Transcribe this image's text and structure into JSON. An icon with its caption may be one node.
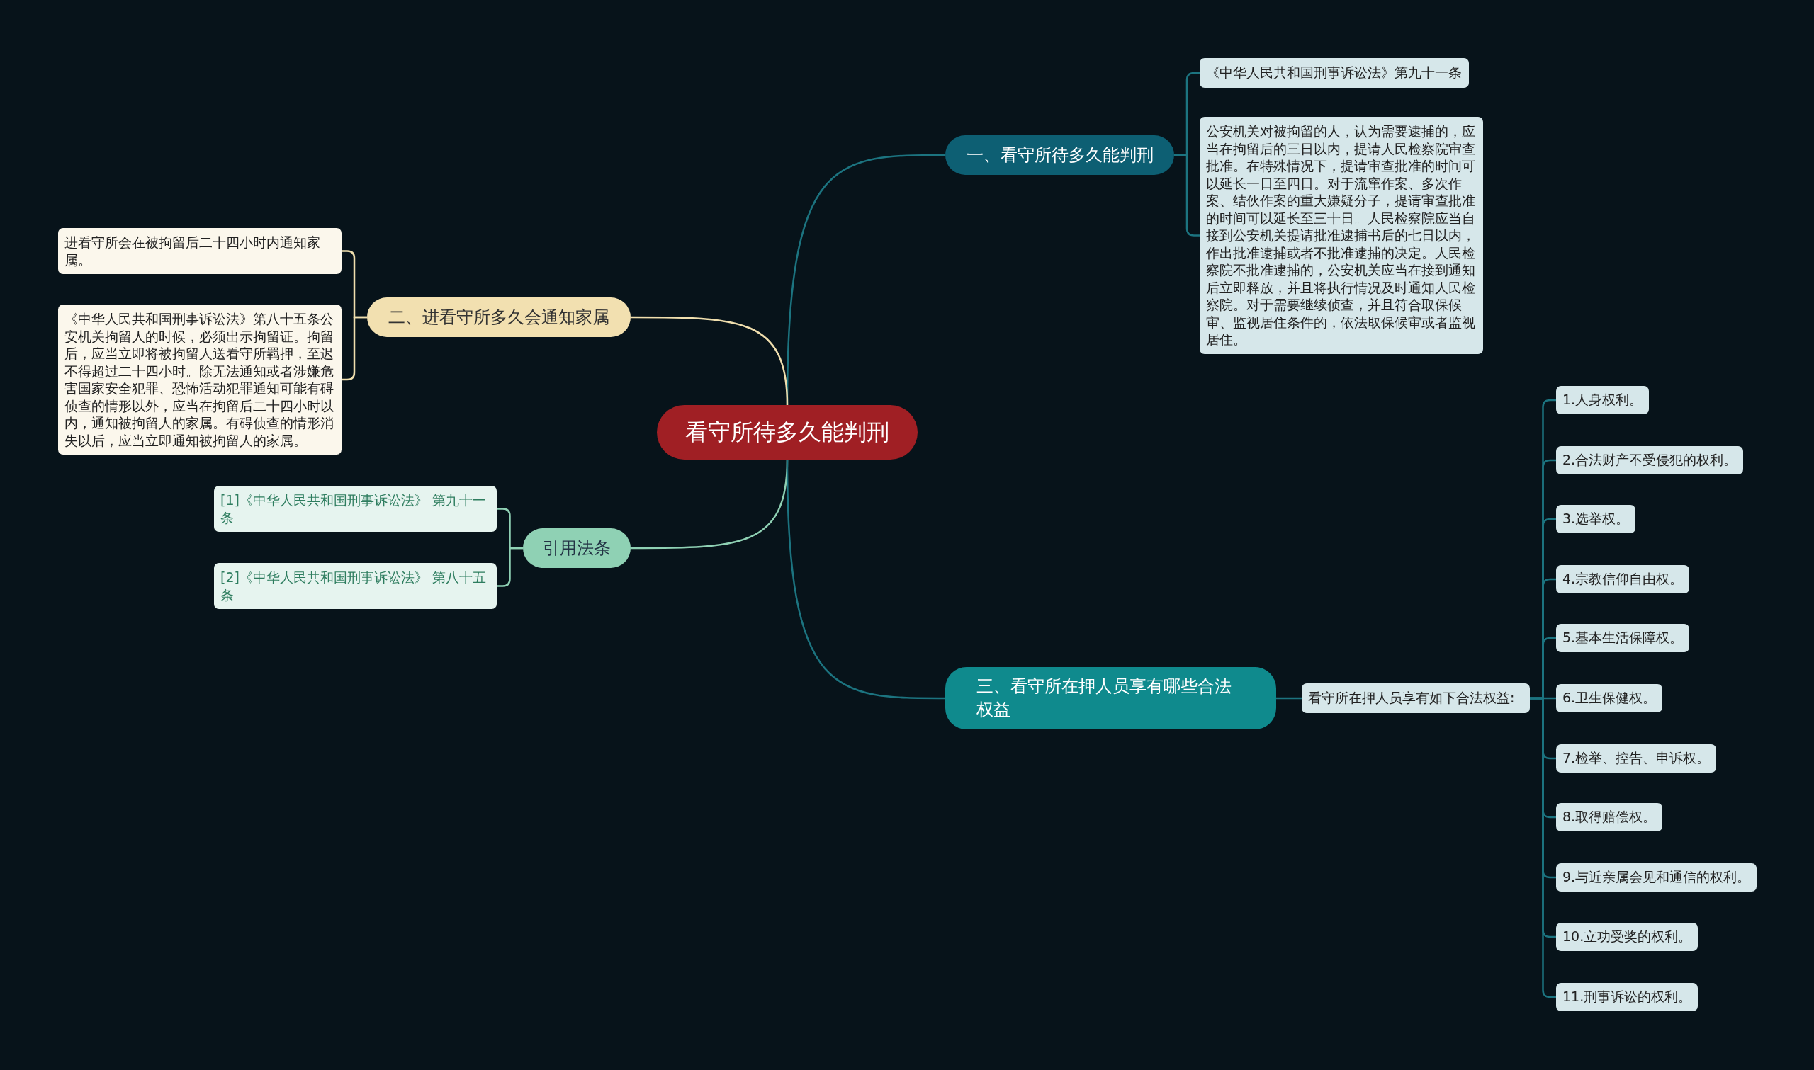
{
  "diagram": {
    "nodes": [
      {
        "text": [
          "看守所待多久能判刑"
        ]
      },
      {
        "text": [
          "一、看守所待多久能判刑"
        ]
      },
      {
        "text": [
          "《中华人民共和国刑事诉讼法》第九十一条"
        ]
      },
      {
        "text": [
          "公安机关对被拘留的人，认为需要逮捕的，应当在拘留后的三日以内，提请人民检察院审查批准。在特殊情况下，提请审查批准的时间可以延长一日至四日。对于流窜作案、多次作案、结伙作案的重大嫌疑分子，提请审查批准的时间可以延长至三十日。人民检察院应当自接到公安机关提请批准逮捕书后的七日以内，作出批准逮捕或者不批准逮捕的决定。人民检察院不批准逮捕的，公安机关应当在接到通知后立即释放，并且将执行情况及时通知人民检察院。对于需要继续侦查，并且符合取保候审、监视居住条件的，依法取保候审或者监视居住。"
        ]
      },
      {
        "text": [
          "二、进看守所多久会通知家属"
        ]
      },
      {
        "text": [
          "进看守所会在被拘留后二十四小时内通知家属。"
        ]
      },
      {
        "text": [
          "《中华人民共和国刑事诉讼法》第八十五条公安机关拘留人的时候，必须出示拘留证。拘留后，应当立即将被拘留人送看守所羁押，至迟不得超过二十四小时。除无法通知或者涉嫌危害国家安全犯罪、恐怖活动犯罪通知可能有碍侦查的情形以外，应当在拘留后二十四小时以内，通知被拘留人的家属。有碍侦查的情形消失以后，应当立即通知被拘留人的家属。"
        ]
      },
      {
        "text": [
          "引用法条"
        ]
      },
      {
        "text": [
          "[1]《中华人民共和国刑事诉讼法》 第九十一条"
        ]
      },
      {
        "text": [
          "[2]《中华人民共和国刑事诉讼法》 第八十五条"
        ]
      },
      {
        "text": [
          "三、看守所在押人员享有哪些合法权益"
        ]
      },
      {
        "text": [
          "看守所在押人员享有如下合法权益:"
        ]
      },
      {
        "text": [
          "1.人身权利。"
        ]
      },
      {
        "text": [
          "2.合法财产不受侵犯的权利。"
        ]
      },
      {
        "text": [
          "3.选举权。"
        ]
      },
      {
        "text": [
          "4.宗教信仰自由权。"
        ]
      },
      {
        "text": [
          "5.基本生活保障权。"
        ]
      },
      {
        "text": [
          "6.卫生保健权。"
        ]
      },
      {
        "text": [
          "7.检举、控告、申诉权。"
        ]
      },
      {
        "text": [
          "8.取得赔偿权。"
        ]
      },
      {
        "text": [
          "9.与近亲属会见和通信的权利。"
        ]
      },
      {
        "text": [
          "10.立功受奖的权利。"
        ]
      },
      {
        "text": [
          "11.刑事诉讼的权利。"
        ]
      }
    ],
    "edges": [
      {
        "from": 0,
        "to": 1,
        "arrow": "none"
      },
      {
        "from": 1,
        "to": 2,
        "arrow": "none"
      },
      {
        "from": 1,
        "to": 3,
        "arrow": "none"
      },
      {
        "from": 0,
        "to": 4,
        "arrow": "none",
        "color": "#f0dfae"
      },
      {
        "from": 4,
        "to": 5,
        "arrow": "none",
        "color": "#f0dfae"
      },
      {
        "from": 4,
        "to": 6,
        "arrow": "none",
        "color": "#f0dfae"
      },
      {
        "from": 0,
        "to": 7,
        "arrow": "none",
        "color": "#8fd1b4"
      },
      {
        "from": 7,
        "to": 8,
        "arrow": "none",
        "color": "#8fd1b4"
      },
      {
        "from": 7,
        "to": 9,
        "arrow": "none",
        "color": "#8fd1b4"
      },
      {
        "from": 0,
        "to": 10,
        "arrow": "none"
      },
      {
        "from": 10,
        "to": 11,
        "arrow": "none"
      },
      {
        "from": 11,
        "to": 12,
        "arrow": "none"
      },
      {
        "from": 11,
        "to": 13,
        "arrow": "none"
      },
      {
        "from": 11,
        "to": 14,
        "arrow": "none"
      },
      {
        "from": 11,
        "to": 15,
        "arrow": "none"
      },
      {
        "from": 11,
        "to": 16,
        "arrow": "none"
      },
      {
        "from": 11,
        "to": 17,
        "arrow": "none"
      },
      {
        "from": 11,
        "to": 18,
        "arrow": "none"
      },
      {
        "from": 11,
        "to": 19,
        "arrow": "none"
      },
      {
        "from": 11,
        "to": 20,
        "arrow": "none"
      },
      {
        "from": 11,
        "to": 21,
        "arrow": "none"
      },
      {
        "from": 11,
        "to": 22,
        "arrow": "none"
      }
    ]
  }
}
